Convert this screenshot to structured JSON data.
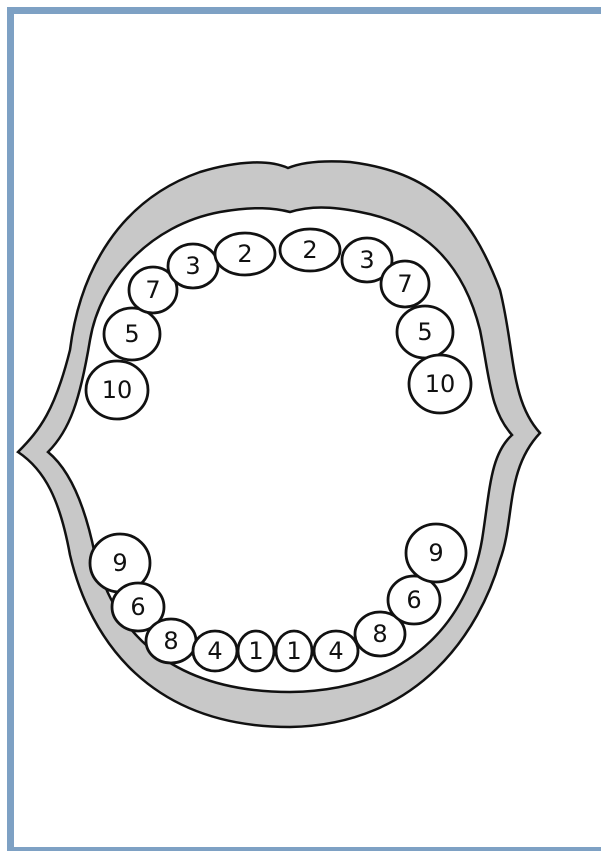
{
  "colors": {
    "frame_border": "#7ea1c4",
    "lips_fill": "#c8c8c8",
    "outline": "#111111",
    "tooth_fill": "#ffffff"
  },
  "upper_teeth": [
    {
      "id": "upper-left-10",
      "label": "10"
    },
    {
      "id": "upper-left-5",
      "label": "5"
    },
    {
      "id": "upper-left-7",
      "label": "7"
    },
    {
      "id": "upper-left-3",
      "label": "3"
    },
    {
      "id": "upper-left-2",
      "label": "2"
    },
    {
      "id": "upper-right-2",
      "label": "2"
    },
    {
      "id": "upper-right-3",
      "label": "3"
    },
    {
      "id": "upper-right-7",
      "label": "7"
    },
    {
      "id": "upper-right-5",
      "label": "5"
    },
    {
      "id": "upper-right-10",
      "label": "10"
    }
  ],
  "lower_teeth": [
    {
      "id": "lower-left-9",
      "label": "9"
    },
    {
      "id": "lower-left-6",
      "label": "6"
    },
    {
      "id": "lower-left-8",
      "label": "8"
    },
    {
      "id": "lower-left-4",
      "label": "4"
    },
    {
      "id": "lower-left-1",
      "label": "1"
    },
    {
      "id": "lower-right-1",
      "label": "1"
    },
    {
      "id": "lower-right-4",
      "label": "4"
    },
    {
      "id": "lower-right-8",
      "label": "8"
    },
    {
      "id": "lower-right-6",
      "label": "6"
    },
    {
      "id": "lower-right-9",
      "label": "9"
    }
  ]
}
